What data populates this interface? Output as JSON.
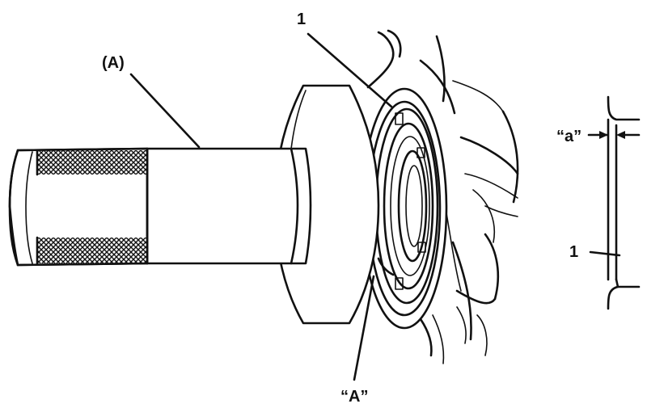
{
  "labels": {
    "tool": "(A)",
    "part_main": "1",
    "part_detail": "1",
    "view": "“A”",
    "gap": "“a”"
  }
}
